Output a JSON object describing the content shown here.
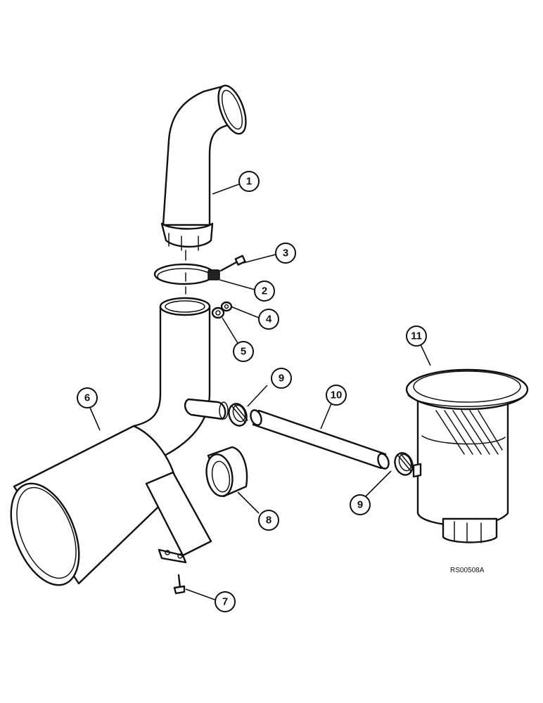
{
  "reference_code": "RS00508A",
  "callouts": [
    {
      "id": "callout-1",
      "label": "1"
    },
    {
      "id": "callout-2",
      "label": "2"
    },
    {
      "id": "callout-3",
      "label": "3"
    },
    {
      "id": "callout-4",
      "label": "4"
    },
    {
      "id": "callout-5",
      "label": "5"
    },
    {
      "id": "callout-6",
      "label": "6"
    },
    {
      "id": "callout-7",
      "label": "7"
    },
    {
      "id": "callout-8",
      "label": "8"
    },
    {
      "id": "callout-9a",
      "label": "9"
    },
    {
      "id": "callout-9b",
      "label": "9"
    },
    {
      "id": "callout-10",
      "label": "10"
    },
    {
      "id": "callout-11",
      "label": "11"
    }
  ]
}
